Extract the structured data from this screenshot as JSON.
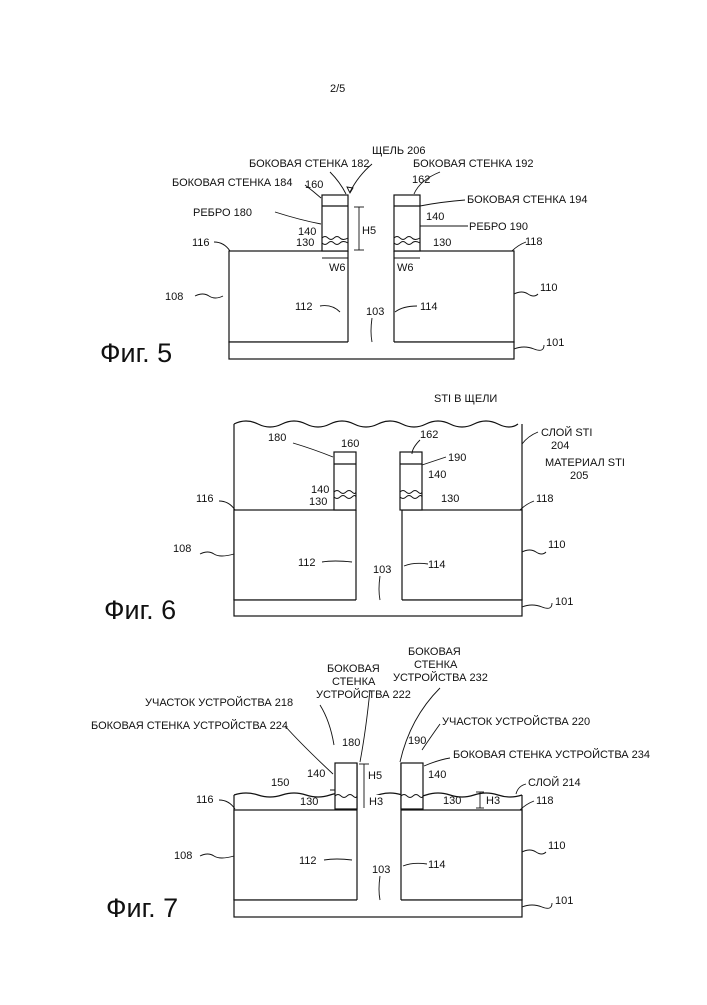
{
  "page_number": "2/5",
  "fig5": {
    "caption": "Фиг. 5",
    "gap": "ЩЕЛЬ 206",
    "sidewall_182": "БОКОВАЯ СТЕНКА 182",
    "sidewall_192": "БОКОВАЯ СТЕНКА 192",
    "sidewall_184": "БОКОВАЯ СТЕНКА 184",
    "sidewall_194": "БОКОВАЯ СТЕНКА 194",
    "fin_180": "РЕБРО 180",
    "fin_190": "РЕБРО 190",
    "n160": "160",
    "n162": "162",
    "n140a": "140",
    "n140b": "140",
    "n130a": "130",
    "n130b": "130",
    "h5": "H5",
    "w6a": "W6",
    "w6b": "W6",
    "n116": "116",
    "n118": "118",
    "n108": "108",
    "n110": "110",
    "n112": "112",
    "n114": "114",
    "n103": "103",
    "n101": "101"
  },
  "fig6": {
    "caption": "Фиг. 6",
    "sti_in_gap": "STI В ЩЕЛИ",
    "sti_layer": "СЛОЙ STI",
    "sti_layer_num": "204",
    "sti_material": "МАТЕРИАЛ STI",
    "sti_material_num": "205",
    "n180": "180",
    "n160": "160",
    "n162": "162",
    "n190": "190",
    "n140a": "140",
    "n140b": "140",
    "n130a": "130",
    "n130b": "130",
    "n116": "116",
    "n118": "118",
    "n108": "108",
    "n110": "110",
    "n112": "112",
    "n114": "114",
    "n103": "103",
    "n101": "101"
  },
  "fig7": {
    "caption": "Фиг. 7",
    "sidewall_222_l1": "БОКОВАЯ",
    "sidewall_222_l2": "СТЕНКА",
    "sidewall_222_l3": "УСТРОЙСТВА 222",
    "sidewall_232_l1": "БОКОВАЯ",
    "sidewall_232_l2": "СТЕНКА",
    "sidewall_232_l3": "УСТРОЙСТВА 232",
    "device_218": "УЧАСТОК УСТРОЙСТВА 218",
    "device_220": "УЧАСТОК УСТРОЙСТВА 220",
    "sidewall_224": "БОКОВАЯ СТЕНКА УСТРОЙСТВА 224",
    "sidewall_234": "БОКОВАЯ СТЕНКА УСТРОЙСТВА 234",
    "layer_214": "СЛОЙ 214",
    "n180": "180",
    "n190": "190",
    "n150": "150",
    "n140a": "140",
    "n140b": "140",
    "n130a": "130",
    "n130b": "130",
    "h5": "H5",
    "h3a": "H3",
    "h3b": "H3",
    "n116": "116",
    "n118": "118",
    "n108": "108",
    "n110": "110",
    "n112": "112",
    "n114": "114",
    "n103": "103",
    "n101": "101"
  }
}
